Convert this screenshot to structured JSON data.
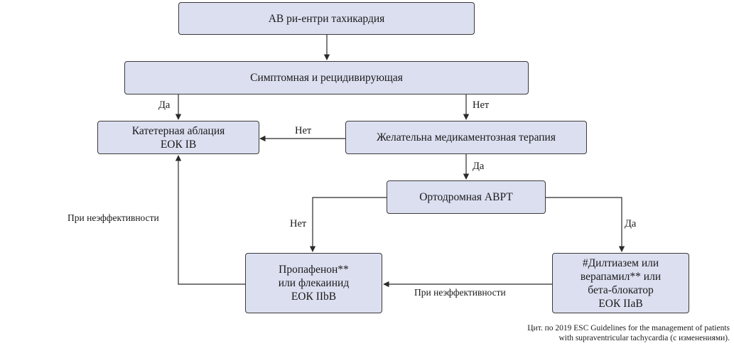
{
  "nodes": {
    "avrt_reentry": "АВ ри-ентри тахикардия",
    "symptomatic": "Симптомная и рецидивирующая",
    "ablation": [
      "Катетерная аблация",
      "ЕОК IB"
    ],
    "drug_wish": "Желательна медикаментозная терапия",
    "orthodromic": "Ортодромная АВРТ",
    "propafenone": [
      "Пропафенон**",
      "или флекаинид",
      "ЕОК IIbB"
    ],
    "diltiazem": [
      "#Дилтиазем или",
      "верапамил** или",
      "бета-блокатор",
      "ЕОК IIaB"
    ]
  },
  "edge_labels": {
    "yes_ablation": "Да",
    "no_drug": "Нет",
    "no_ablation": "Нет",
    "yes_orthodromic": "Да",
    "no_propafenone": "Нет",
    "yes_diltiazem": "Да",
    "fail_left": "При неэффективности",
    "fail_bottom": "При неэффективности"
  },
  "source": [
    "Цит. по 2019 ESC Guidelines for the management of patients",
    "with supraventricular tachycardia (с изменениями)."
  ],
  "colors": {
    "box_fill": "#dcdff0",
    "stroke": "#3a3a3a"
  }
}
